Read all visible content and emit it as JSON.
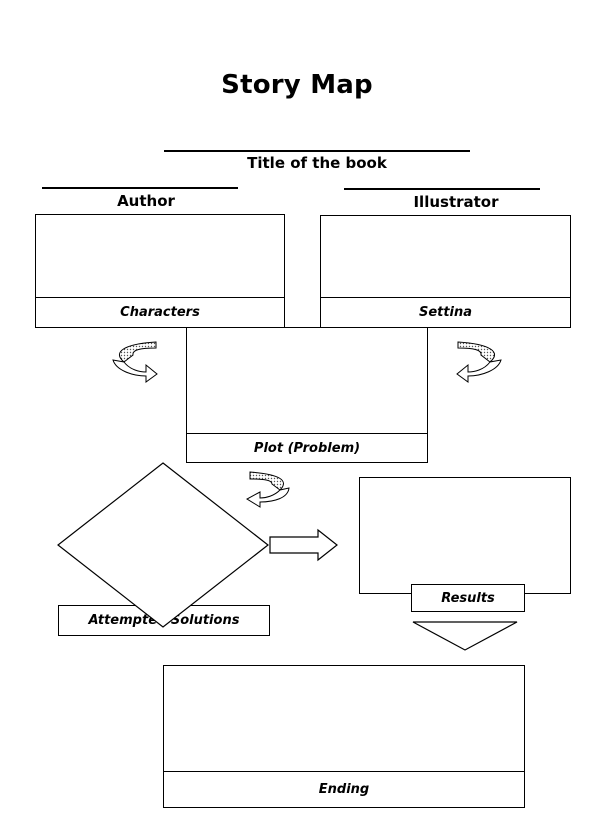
{
  "title": "Story Map",
  "book_title_label": "Title of the book",
  "author_label": "Author",
  "illustrator_label": "Illustrator",
  "characters_label": "Characters",
  "setting_label": "Settina",
  "plot_label": "Plot (Problem)",
  "attempted_solutions_label": "Attempted Solutions",
  "results_label": "Results",
  "ending_label": "Ending"
}
